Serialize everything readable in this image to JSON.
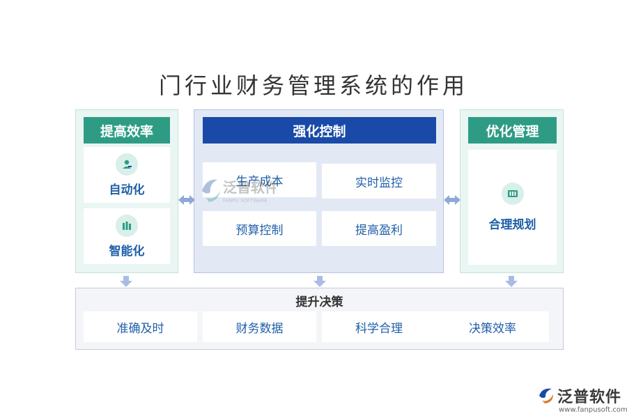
{
  "title": "门行业财务管理系统的作用",
  "left_panel": {
    "header": "提高效率",
    "items": [
      {
        "label": "自动化",
        "icon": "user-stamp-icon"
      },
      {
        "label": "智能化",
        "icon": "chip-icon"
      }
    ]
  },
  "center_panel": {
    "header": "强化控制",
    "items": [
      "生产成本",
      "实时监控",
      "预算控制",
      "提高盈利"
    ]
  },
  "right_panel": {
    "header": "优化管理",
    "items": [
      {
        "label": "合理规划",
        "icon": "grid-icon"
      }
    ]
  },
  "bottom_panel": {
    "header": "提升决策",
    "items": [
      "准确及时",
      "财务数据",
      "科学合理",
      "决策效率"
    ]
  },
  "watermark": {
    "name": "泛普软件",
    "sub": "FANPU SOFTWARE"
  },
  "logo": {
    "name": "泛普软件",
    "url": "www.fanpusoft.com"
  },
  "colors": {
    "green": "#2e9c84",
    "blue": "#1a4aa8",
    "text_blue": "#1f5fa8",
    "connector": "#8fa8d8"
  }
}
